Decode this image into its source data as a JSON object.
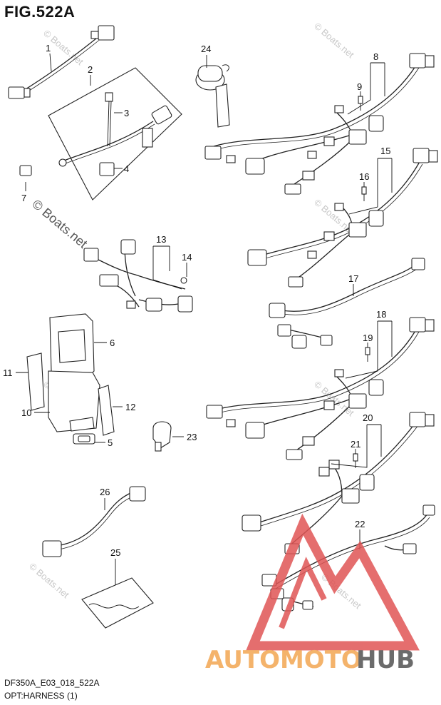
{
  "figure": {
    "title": "FIG.522A",
    "code": "DF350A_E03_018_522A",
    "description": "OPT:HARNESS (1)"
  },
  "watermarks": {
    "small": "© Boats.net",
    "large": "© Boats.net"
  },
  "brand": {
    "part1": "AUTOMOTO",
    "part2": "HUB",
    "accent_color": "#e05555",
    "text_color_1": "#f4b36b",
    "text_color_2": "#6b6b6b"
  },
  "callouts": [
    "1",
    "2",
    "3",
    "4",
    "5",
    "6",
    "7",
    "8",
    "9",
    "10",
    "11",
    "12",
    "13",
    "14",
    "15",
    "16",
    "17",
    "18",
    "19",
    "20",
    "21",
    "22",
    "23",
    "24",
    "25",
    "26"
  ]
}
